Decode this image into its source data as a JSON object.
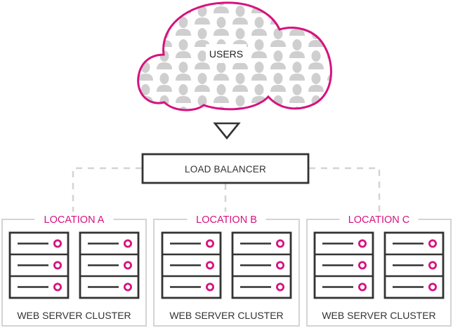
{
  "colors": {
    "accent": "#d6127f",
    "stroke_dark": "#333333",
    "stroke_light": "#d4d4d4",
    "user_icon": "#cfcfcf",
    "background": "#ffffff"
  },
  "users": {
    "label": "USERS",
    "icon": "person-icon"
  },
  "flow_arrow": {
    "icon": "triangle-down-icon"
  },
  "load_balancer": {
    "label": "LOAD BALANCER"
  },
  "locations": [
    {
      "label": "LOCATION A",
      "cluster_label": "WEB SERVER CLUSTER",
      "racks": 2,
      "units_per_rack": 3
    },
    {
      "label": "LOCATION B",
      "cluster_label": "WEB SERVER CLUSTER",
      "racks": 2,
      "units_per_rack": 3
    },
    {
      "label": "LOCATION C",
      "cluster_label": "WEB SERVER CLUSTER",
      "racks": 2,
      "units_per_rack": 3
    }
  ]
}
